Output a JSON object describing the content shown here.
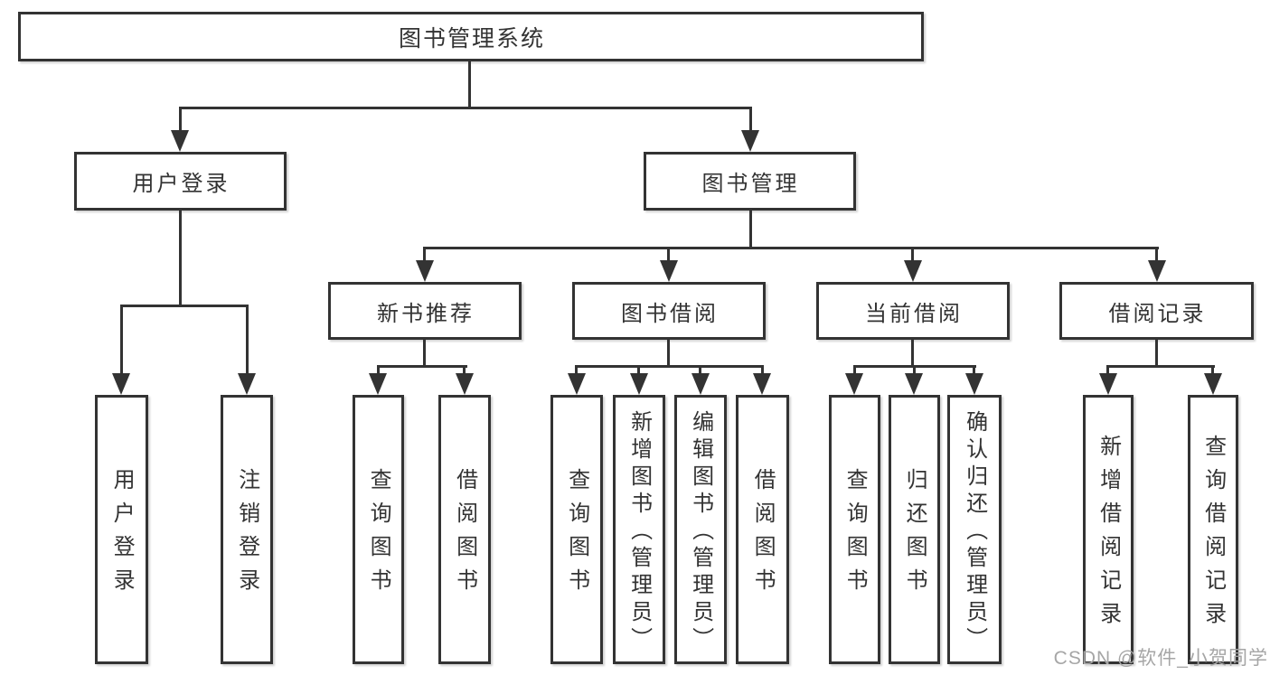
{
  "diagram": {
    "root": {
      "label": "图书管理系统"
    },
    "level2": [
      {
        "label": "用户登录"
      },
      {
        "label": "图书管理"
      }
    ],
    "level3": [
      {
        "label": "新书推荐"
      },
      {
        "label": "图书借阅"
      },
      {
        "label": "当前借阅"
      },
      {
        "label": "借阅记录"
      }
    ],
    "groups": {
      "user_login": [
        {
          "label": "用户登录"
        },
        {
          "label": "注销登录"
        }
      ],
      "new_book_recommend": [
        {
          "label": "查询图书"
        },
        {
          "label": "借阅图书"
        }
      ],
      "book_borrow": [
        {
          "label": "查询图书"
        },
        {
          "label": "新增图书（管理员）"
        },
        {
          "label": "编辑图书（管理员）"
        },
        {
          "label": "借阅图书"
        }
      ],
      "current_borrow": [
        {
          "label": "查询图书"
        },
        {
          "label": "归还图书"
        },
        {
          "label": "确认归还（管理员）"
        }
      ],
      "borrow_records": [
        {
          "label": "新增借阅记录"
        },
        {
          "label": "查询借阅记录"
        }
      ]
    },
    "watermark": "CSDN @软件_小贺同学",
    "colors": {
      "line": "#333333",
      "text": "#333333",
      "background": "#ffffff",
      "watermark": "#a6a6a6"
    }
  }
}
